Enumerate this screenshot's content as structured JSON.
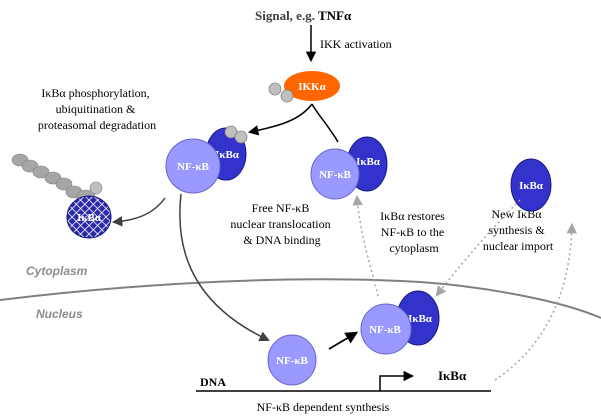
{
  "signal": {
    "prefix": "Signal, e.g. ",
    "name": "TNFα"
  },
  "steps": {
    "ikk_activation": "IKK activation",
    "degradation_lines": [
      "IκBα phosphorylation,",
      "ubiquitination &",
      "proteasomal degradation"
    ],
    "free_nfkb_lines": [
      "Free NF-κB",
      "nuclear translocation",
      "& DNA binding"
    ],
    "restores_lines": [
      "IκBα restores",
      "NF-κB to the",
      "cytoplasm"
    ],
    "new_synthesis_lines": [
      "New IκBα",
      "synthesis &",
      "nuclear import"
    ],
    "dependent_synthesis": "NF-κB dependent synthesis"
  },
  "compartments": {
    "cytoplasm": "Cytoplasm",
    "nucleus": "Nucleus"
  },
  "molecules": {
    "ikk": "IKKα",
    "nfkb": "NF-κB",
    "ikb": "IκBα",
    "ub": "ub"
  },
  "dna": {
    "label": "DNA",
    "gene": "IκBα"
  },
  "colors": {
    "ikk": "#ff6600",
    "nfkb": "#9999ff",
    "ikb": "#3333cc",
    "ub": "#bfbfbf",
    "membrane": "#808080",
    "arrow_dotted": "#a6a6a6"
  }
}
